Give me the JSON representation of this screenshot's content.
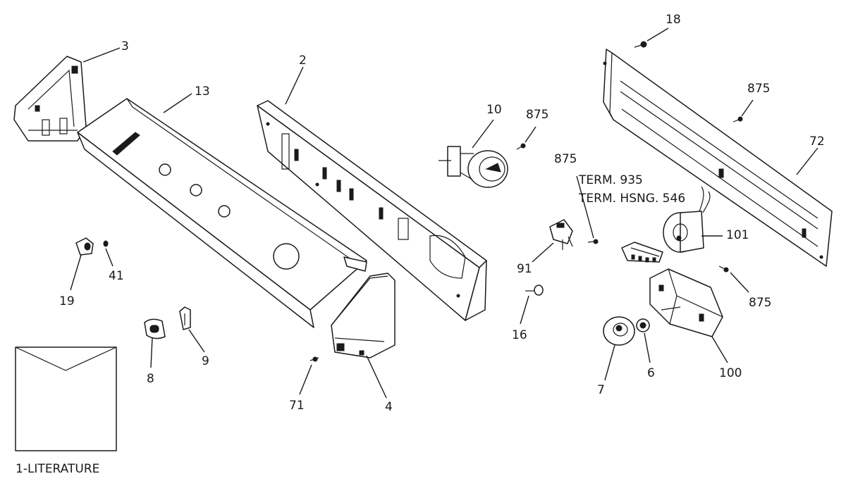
{
  "callouts": {
    "c18": "18",
    "c3": "3",
    "c2": "2",
    "c13": "13",
    "c10": "10",
    "c875a": "875",
    "c875b": "875",
    "c875c": "875",
    "c875d": "875",
    "c72": "72",
    "term": "TERM. 935",
    "term_hsng": "TERM. HSNG. 546",
    "c101": "101",
    "c91": "91",
    "c19": "19",
    "c41": "41",
    "c16": "16",
    "c8": "8",
    "c9": "9",
    "c71": "71",
    "c4": "4",
    "c7": "7",
    "c6": "6",
    "c100": "100"
  },
  "literature": "1-LITERATURE"
}
